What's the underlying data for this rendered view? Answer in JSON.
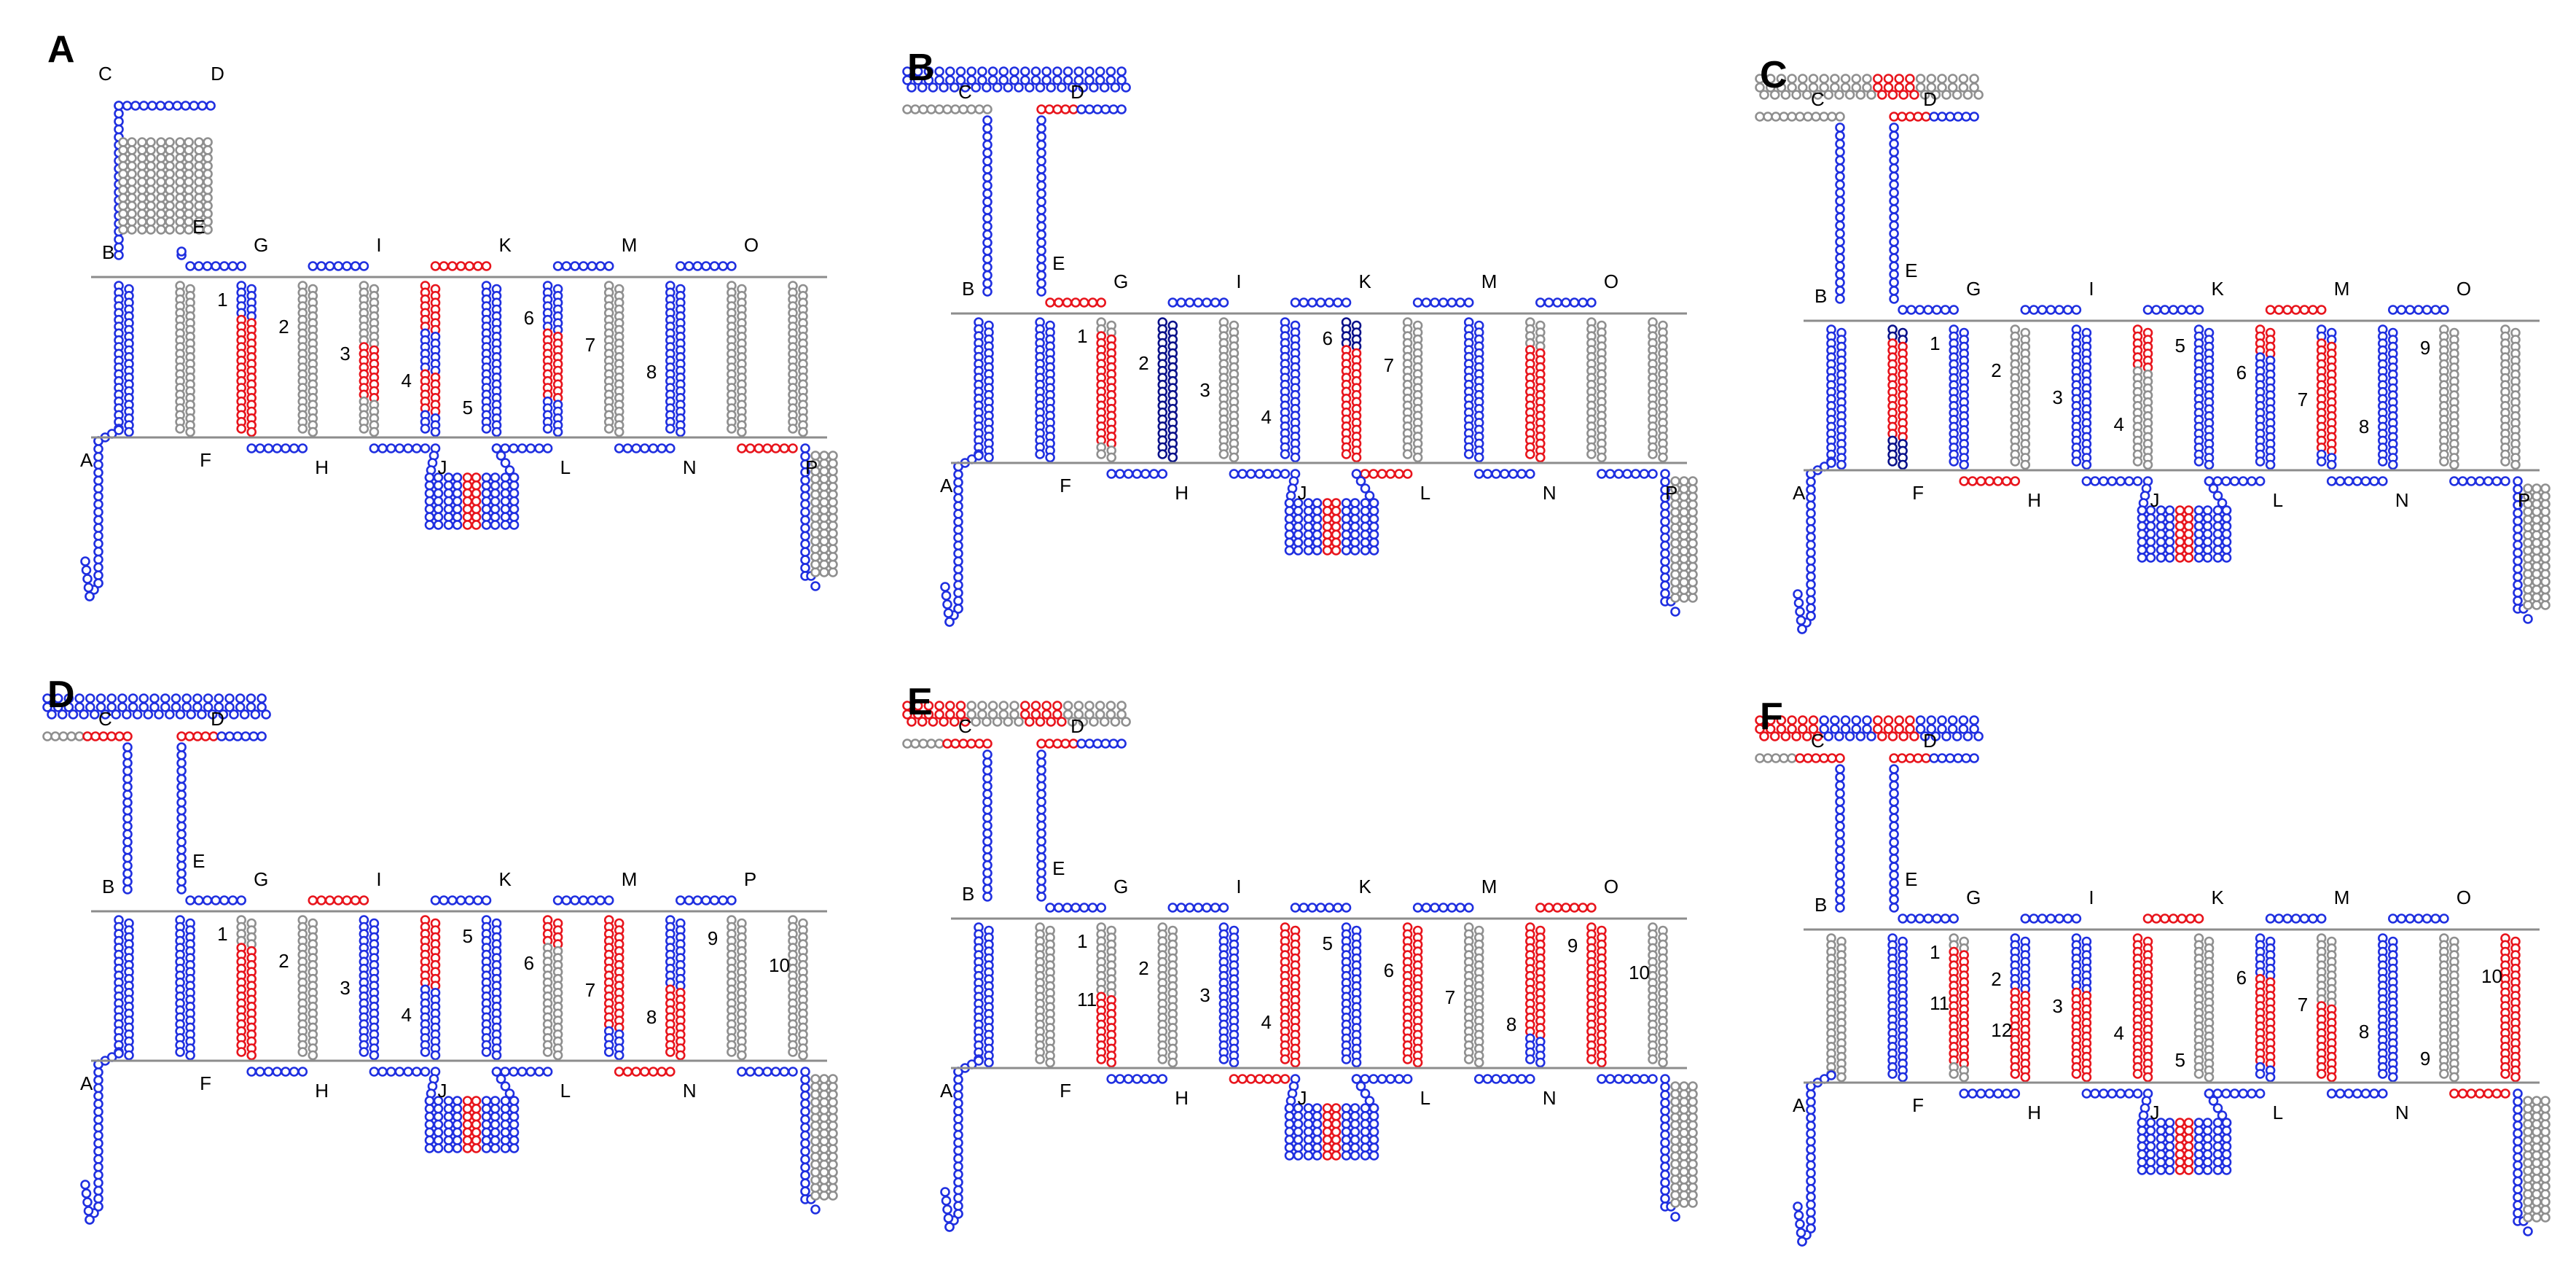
{
  "colors": {
    "blue": "#1f2fe0",
    "dark_blue": "#0a118a",
    "grey": "#8f8f8f",
    "red": "#e8141c",
    "membrane": "#8c8c8c"
  },
  "residue_icon": "circle",
  "panels": [
    {
      "label": "A",
      "segment_labels": [
        "A",
        "B",
        "C",
        "D",
        "E",
        "F",
        "G",
        "H",
        "I",
        "J",
        "K",
        "L",
        "M",
        "N",
        "O",
        "P"
      ],
      "site_numbers": [
        "1",
        "2",
        "3",
        "4",
        "5",
        "6",
        "7",
        "8"
      ]
    },
    {
      "label": "B",
      "segment_labels": [
        "A",
        "B",
        "C",
        "D",
        "E",
        "F",
        "G",
        "H",
        "I",
        "J",
        "K",
        "L",
        "M",
        "N",
        "O",
        "P"
      ],
      "site_numbers": [
        "1",
        "2",
        "3",
        "4",
        "6",
        "7"
      ]
    },
    {
      "label": "C",
      "segment_labels": [
        "A",
        "B",
        "C",
        "D",
        "E",
        "F",
        "G",
        "H",
        "I",
        "J",
        "K",
        "L",
        "M",
        "N",
        "O",
        "P"
      ],
      "site_numbers": [
        "1",
        "2",
        "3",
        "4",
        "5",
        "6",
        "7",
        "8",
        "9"
      ]
    },
    {
      "label": "D",
      "segment_labels": [
        "A",
        "B",
        "C",
        "D",
        "E",
        "F",
        "G",
        "H",
        "I",
        "J",
        "K",
        "L",
        "M",
        "N",
        "P"
      ],
      "site_numbers": [
        "1",
        "2",
        "3",
        "4",
        "5",
        "6",
        "7",
        "8",
        "9",
        "10"
      ]
    },
    {
      "label": "E",
      "segment_labels": [
        "A",
        "B",
        "C",
        "D",
        "E",
        "F",
        "G",
        "H",
        "I",
        "J",
        "K",
        "L",
        "M",
        "N",
        "O"
      ],
      "site_numbers": [
        "1",
        "2",
        "3",
        "4",
        "5",
        "6",
        "7",
        "8",
        "9",
        "10",
        "11"
      ]
    },
    {
      "label": "F",
      "segment_labels": [
        "A",
        "B",
        "C",
        "D",
        "E",
        "F",
        "G",
        "H",
        "I",
        "J",
        "K",
        "L",
        "M",
        "N",
        "O"
      ],
      "site_numbers": [
        "1",
        "2",
        "3",
        "4",
        "5",
        "6",
        "7",
        "8",
        "9",
        "10",
        "11",
        "12"
      ]
    }
  ]
}
